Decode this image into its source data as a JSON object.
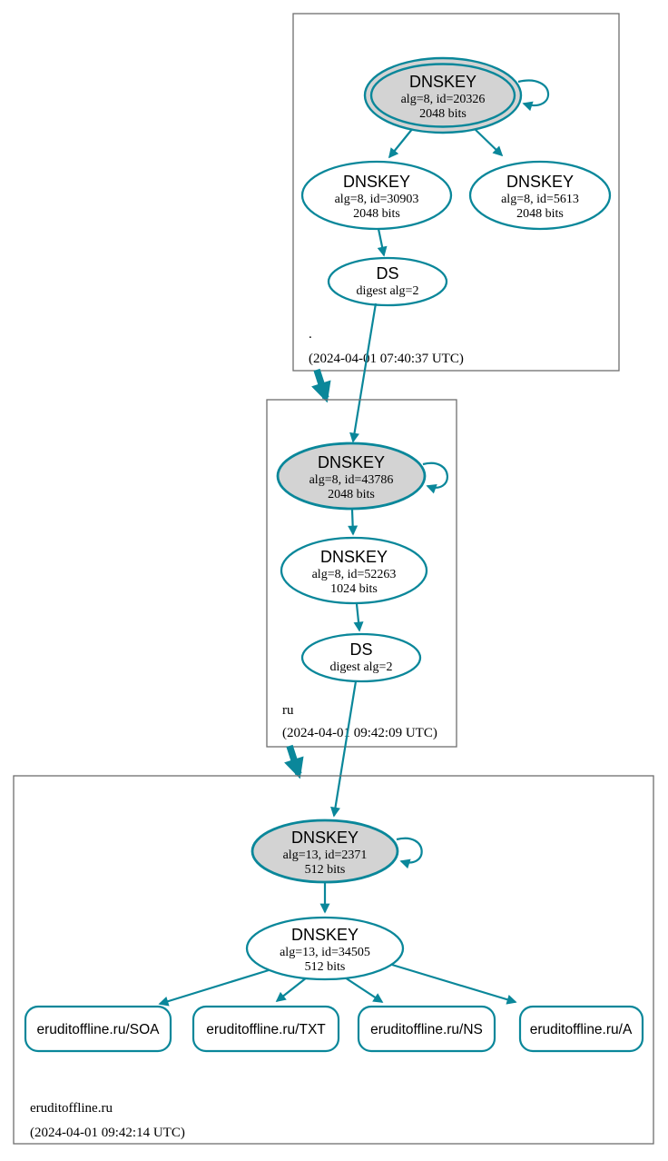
{
  "diagram_type": "dnssec-authentication-chain",
  "colors": {
    "secure_edge": "#0a879a",
    "sep_key_fill": "#d3d3d3",
    "node_fill": "#ffffff",
    "zone_border": "#6e6e6e"
  },
  "zones": [
    {
      "label": ".",
      "timestamp": "(2024-04-01 07:40:37 UTC)",
      "ksk": {
        "title": "DNSKEY",
        "detail1": "alg=8, id=20326",
        "detail2": "2048 bits"
      },
      "zsk1": {
        "title": "DNSKEY",
        "detail1": "alg=8, id=30903",
        "detail2": "2048 bits"
      },
      "zsk2": {
        "title": "DNSKEY",
        "detail1": "alg=8, id=5613",
        "detail2": "2048 bits"
      },
      "ds": {
        "title": "DS",
        "detail1": "digest alg=2"
      }
    },
    {
      "label": "ru",
      "timestamp": "(2024-04-01 09:42:09 UTC)",
      "ksk": {
        "title": "DNSKEY",
        "detail1": "alg=8, id=43786",
        "detail2": "2048 bits"
      },
      "zsk1": {
        "title": "DNSKEY",
        "detail1": "alg=8, id=52263",
        "detail2": "1024 bits"
      },
      "ds": {
        "title": "DS",
        "detail1": "digest alg=2"
      }
    },
    {
      "label": "eruditoffline.ru",
      "timestamp": "(2024-04-01 09:42:14 UTC)",
      "ksk": {
        "title": "DNSKEY",
        "detail1": "alg=13, id=2371",
        "detail2": "512 bits"
      },
      "zsk1": {
        "title": "DNSKEY",
        "detail1": "alg=13, id=34505",
        "detail2": "512 bits"
      },
      "rrsets": [
        {
          "label": "eruditoffline.ru/SOA"
        },
        {
          "label": "eruditoffline.ru/TXT"
        },
        {
          "label": "eruditoffline.ru/NS"
        },
        {
          "label": "eruditoffline.ru/A"
        }
      ]
    }
  ]
}
